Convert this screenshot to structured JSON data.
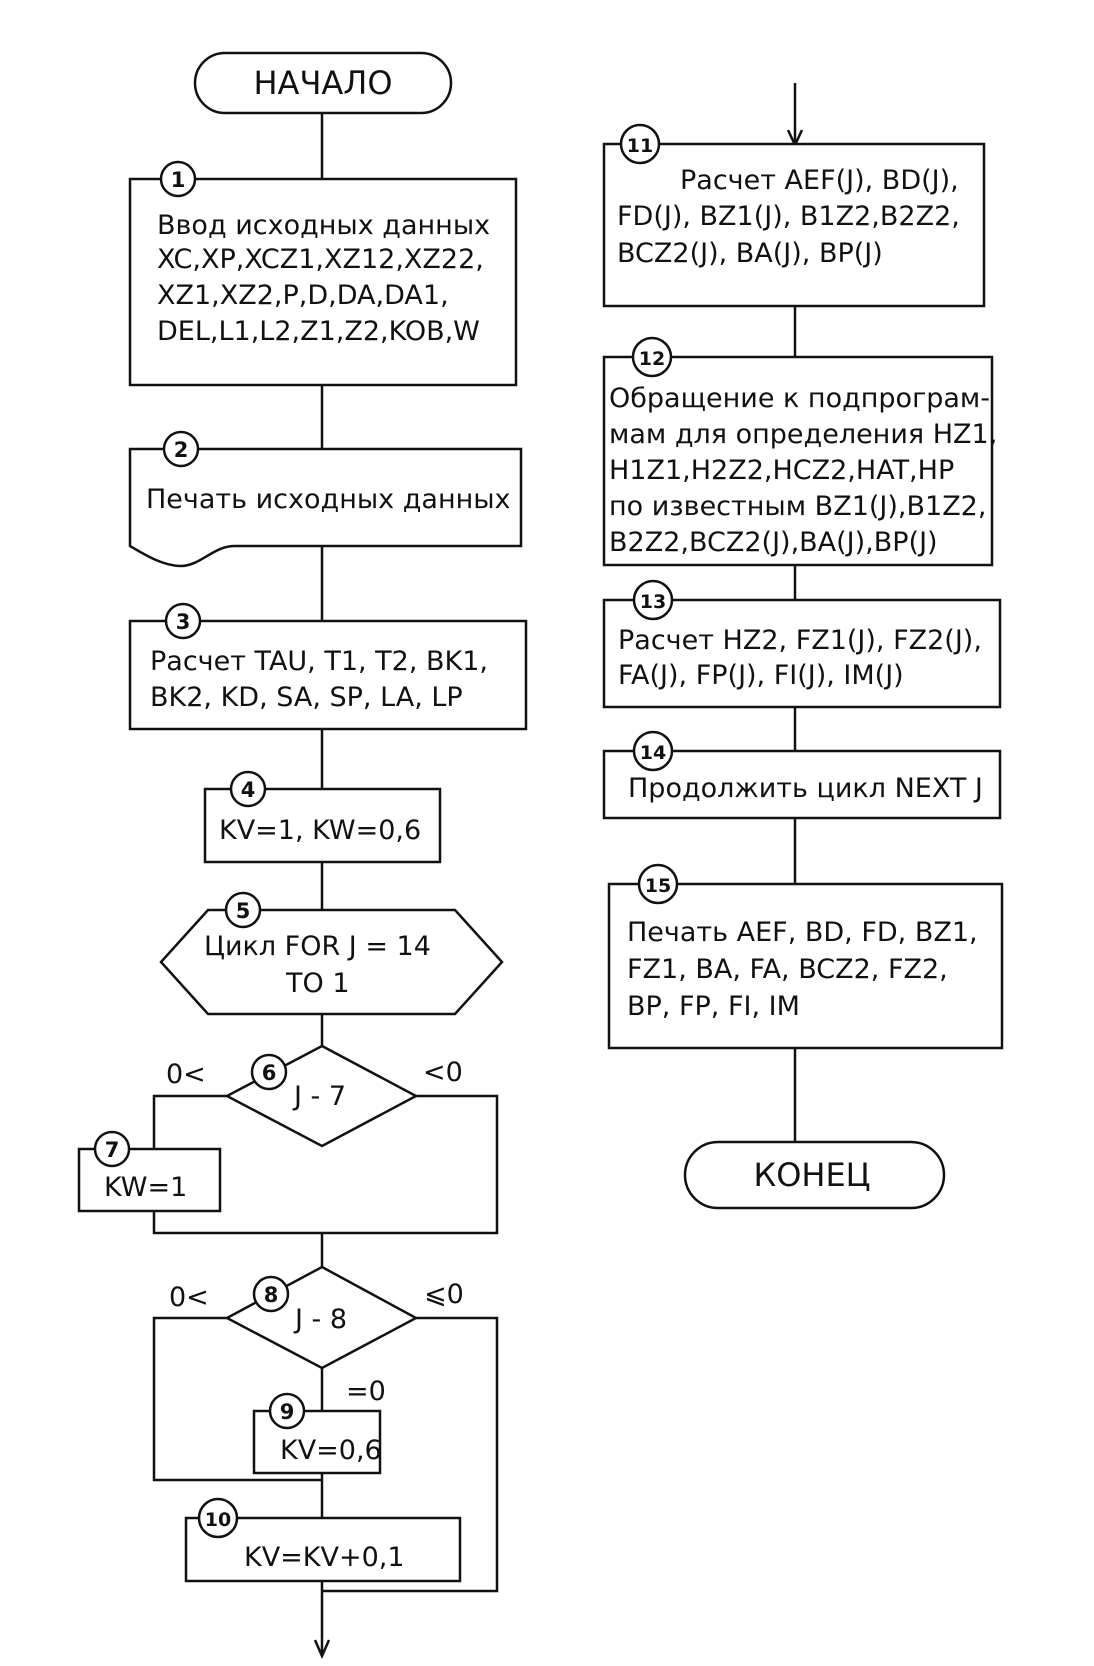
{
  "start": "НАЧАЛО",
  "end": "КОНЕЦ",
  "blocks": [
    {
      "n": "1",
      "lines": [
        "Ввод исходных данных",
        "XC,XP,XCZ1,XZ12,XZ22,",
        "XZ1,XZ2,P,D,DA,DA1,",
        "DEL,L1,L2,Z1,Z2,KOB,W"
      ]
    },
    {
      "n": "2",
      "lines": [
        "Печать исходных данных"
      ]
    },
    {
      "n": "3",
      "lines": [
        "Расчет TAU, T1, T2, BK1,",
        "BK2, KD, SA, SP, LA, LP"
      ]
    },
    {
      "n": "4",
      "lines": [
        "KV=1, KW=0,6"
      ]
    },
    {
      "n": "5",
      "lines": [
        "Цикл FOR J = 14",
        "TO  1"
      ]
    },
    {
      "n": "6",
      "lines": [
        "J - 7"
      ]
    },
    {
      "n": "7",
      "lines": [
        "KW=1"
      ]
    },
    {
      "n": "8",
      "lines": [
        "J - 8"
      ]
    },
    {
      "n": "9",
      "lines": [
        "KV=0,6"
      ]
    },
    {
      "n": "10",
      "lines": [
        "KV=KV+0,1"
      ]
    },
    {
      "n": "11",
      "lines": [
        "Расчет AEF(J), BD(J),",
        "FD(J), BZ1(J), B1Z2,B2Z2,",
        "BCZ2(J), BA(J), BP(J)"
      ]
    },
    {
      "n": "12",
      "lines": [
        "Обращение к подпрограм-",
        "мам для определения HZ1,",
        "H1Z1,H2Z2,HCZ2,HAT,HP",
        "по известным BZ1(J),B1Z2,",
        "B2Z2,BCZ2(J),BA(J),BP(J)"
      ]
    },
    {
      "n": "13",
      "lines": [
        "Расчет HZ2, FZ1(J), FZ2(J),",
        "FA(J), FP(J), FI(J), IM(J)"
      ]
    },
    {
      "n": "14",
      "lines": [
        "Продолжить цикл NEXT J"
      ]
    },
    {
      "n": "15",
      "lines": [
        "Печать AEF, BD, FD, BZ1,",
        "FZ1, BA, FA, BCZ2, FZ2,",
        "BP, FP, FI, IM"
      ]
    }
  ],
  "branches": {
    "b6_left": "0<",
    "b6_right": "<0",
    "b8_left": "0<",
    "b8_right": "⩽0",
    "b8_down": "=0"
  }
}
